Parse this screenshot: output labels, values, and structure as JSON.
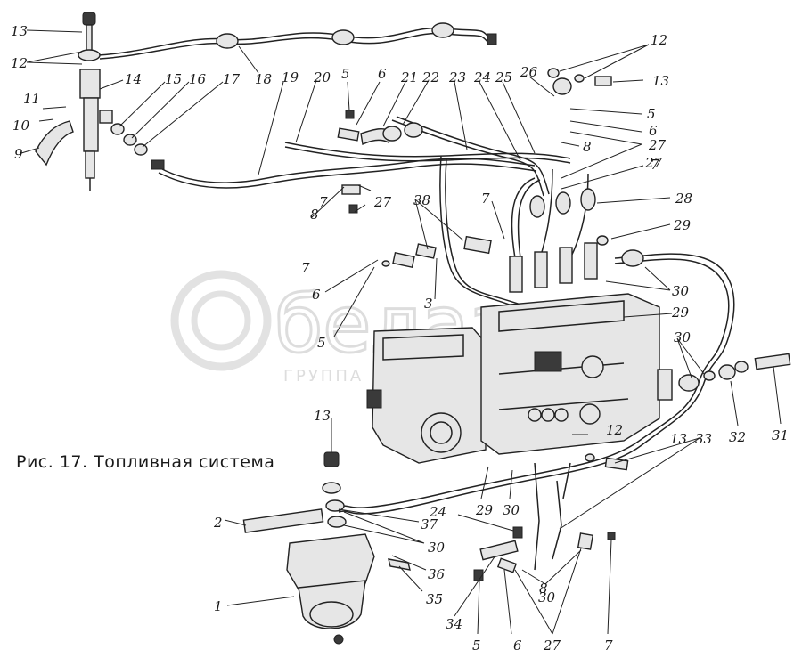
{
  "caption": "Рис. 17. Топливная система",
  "watermark": {
    "logo_text": "белаз",
    "subtitle": "ГРУППА КОМПАНИЙ"
  },
  "part_labels": [
    "1",
    "2",
    "3",
    "5",
    "5",
    "5",
    "5",
    "6",
    "6",
    "6",
    "6",
    "7",
    "7",
    "7",
    "7",
    "7",
    "8",
    "8",
    "8",
    "9",
    "10",
    "11",
    "12",
    "12",
    "12",
    "13",
    "13",
    "13",
    "13",
    "14",
    "15",
    "16",
    "17",
    "18",
    "19",
    "20",
    "21",
    "22",
    "23",
    "24",
    "24",
    "25",
    "26",
    "27",
    "27",
    "27",
    "27",
    "28",
    "29",
    "29",
    "29",
    "30",
    "30",
    "30",
    "30",
    "30",
    "31",
    "32",
    "33",
    "34",
    "35",
    "36",
    "37",
    "38"
  ]
}
